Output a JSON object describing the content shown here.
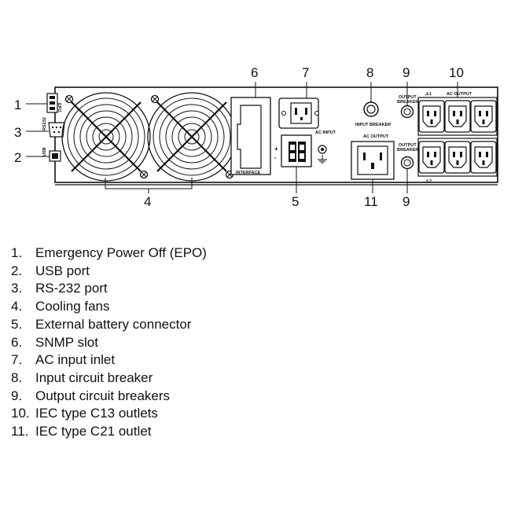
{
  "callouts": [
    "1",
    "2",
    "3",
    "4",
    "5",
    "6",
    "7",
    "8",
    "9",
    "10",
    "11"
  ],
  "panel_labels": {
    "epo": "EPO",
    "rs232": "RS232",
    "usb": "USB",
    "interface": "INTERFACE",
    "ac_input": "AC INPUT",
    "input_breaker": "INPUT BREAKER",
    "output_breaker": "OUTPUT BREAKER",
    "output_breaker_lines": [
      "OUTPUT",
      "BREAKER"
    ],
    "ac_output": "AC OUTPUT",
    "group1": "1",
    "group2": "2",
    "plus": "+",
    "minus": "-"
  },
  "legend": [
    {
      "num": "1.",
      "text": "Emergency Power Off (EPO)"
    },
    {
      "num": "2.",
      "text": "USB port"
    },
    {
      "num": "3.",
      "text": "RS-232 port"
    },
    {
      "num": "4.",
      "text": "Cooling fans"
    },
    {
      "num": "5.",
      "text": "External battery connector"
    },
    {
      "num": "6.",
      "text": "SNMP slot"
    },
    {
      "num": "7.",
      "text": "AC input inlet"
    },
    {
      "num": "8.",
      "text": "Input circuit breaker"
    },
    {
      "num": "9.",
      "text": "Output circuit breakers"
    },
    {
      "num": "10.",
      "text": "IEC type C13 outlets"
    },
    {
      "num": "11.",
      "text": "IEC type C21 outlet"
    }
  ]
}
